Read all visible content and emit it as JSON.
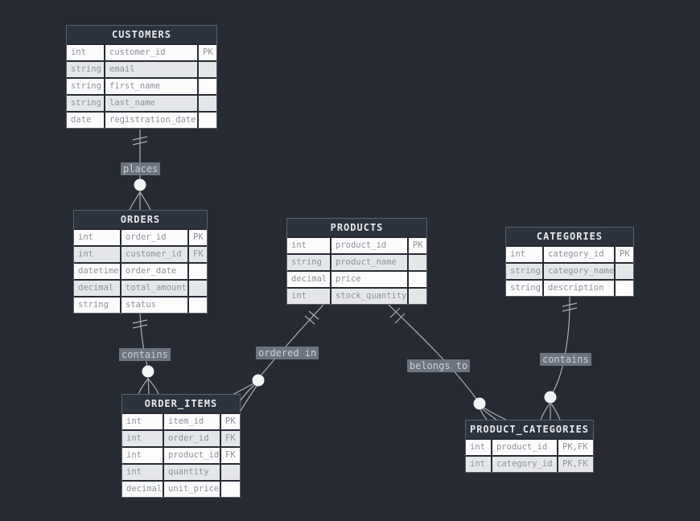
{
  "diagram": {
    "tables": [
      {
        "name": "CUSTOMERS",
        "rows": [
          [
            "int",
            "customer_id",
            "PK"
          ],
          [
            "string",
            "email",
            ""
          ],
          [
            "string",
            "first_name",
            ""
          ],
          [
            "string",
            "last_name",
            ""
          ],
          [
            "date",
            "registration_date",
            ""
          ]
        ]
      },
      {
        "name": "ORDERS",
        "rows": [
          [
            "int",
            "order_id",
            "PK"
          ],
          [
            "int",
            "customer_id",
            "FK"
          ],
          [
            "datetime",
            "order_date",
            ""
          ],
          [
            "decimal",
            "total_amount",
            ""
          ],
          [
            "string",
            "status",
            ""
          ]
        ]
      },
      {
        "name": "PRODUCTS",
        "rows": [
          [
            "int",
            "product_id",
            "PK"
          ],
          [
            "string",
            "product_name",
            ""
          ],
          [
            "decimal",
            "price",
            ""
          ],
          [
            "int",
            "stock_quantity",
            ""
          ]
        ]
      },
      {
        "name": "CATEGORIES",
        "rows": [
          [
            "int",
            "category_id",
            "PK"
          ],
          [
            "string",
            "category_name",
            ""
          ],
          [
            "string",
            "description",
            ""
          ]
        ]
      },
      {
        "name": "ORDER_ITEMS",
        "rows": [
          [
            "int",
            "item_id",
            "PK"
          ],
          [
            "int",
            "order_id",
            "FK"
          ],
          [
            "int",
            "product_id",
            "FK"
          ],
          [
            "int",
            "quantity",
            ""
          ],
          [
            "decimal",
            "unit_price",
            ""
          ]
        ]
      },
      {
        "name": "PRODUCT_CATEGORIES",
        "rows": [
          [
            "int",
            "product_id",
            "PK,FK"
          ],
          [
            "int",
            "category_id",
            "PK,FK"
          ]
        ]
      }
    ],
    "relationships": [
      {
        "label": "places",
        "from": "CUSTOMERS",
        "to": "ORDERS"
      },
      {
        "label": "contains",
        "from": "ORDERS",
        "to": "ORDER_ITEMS"
      },
      {
        "label": "ordered in",
        "from": "PRODUCTS",
        "to": "ORDER_ITEMS"
      },
      {
        "label": "belongs to",
        "from": "PRODUCTS",
        "to": "PRODUCT_CATEGORIES"
      },
      {
        "label": "contains",
        "from": "CATEGORIES",
        "to": "PRODUCT_CATEGORIES"
      }
    ]
  },
  "colors": {
    "canvas": "#262b33",
    "table_header": "#2c333f",
    "row_odd": "#fcfcfd",
    "row_even": "#e5e6e9",
    "cell_text": "#8d939c",
    "header_text": "#e7eaee",
    "connector": "#a9aeb5",
    "label_chip": "#737a85"
  }
}
